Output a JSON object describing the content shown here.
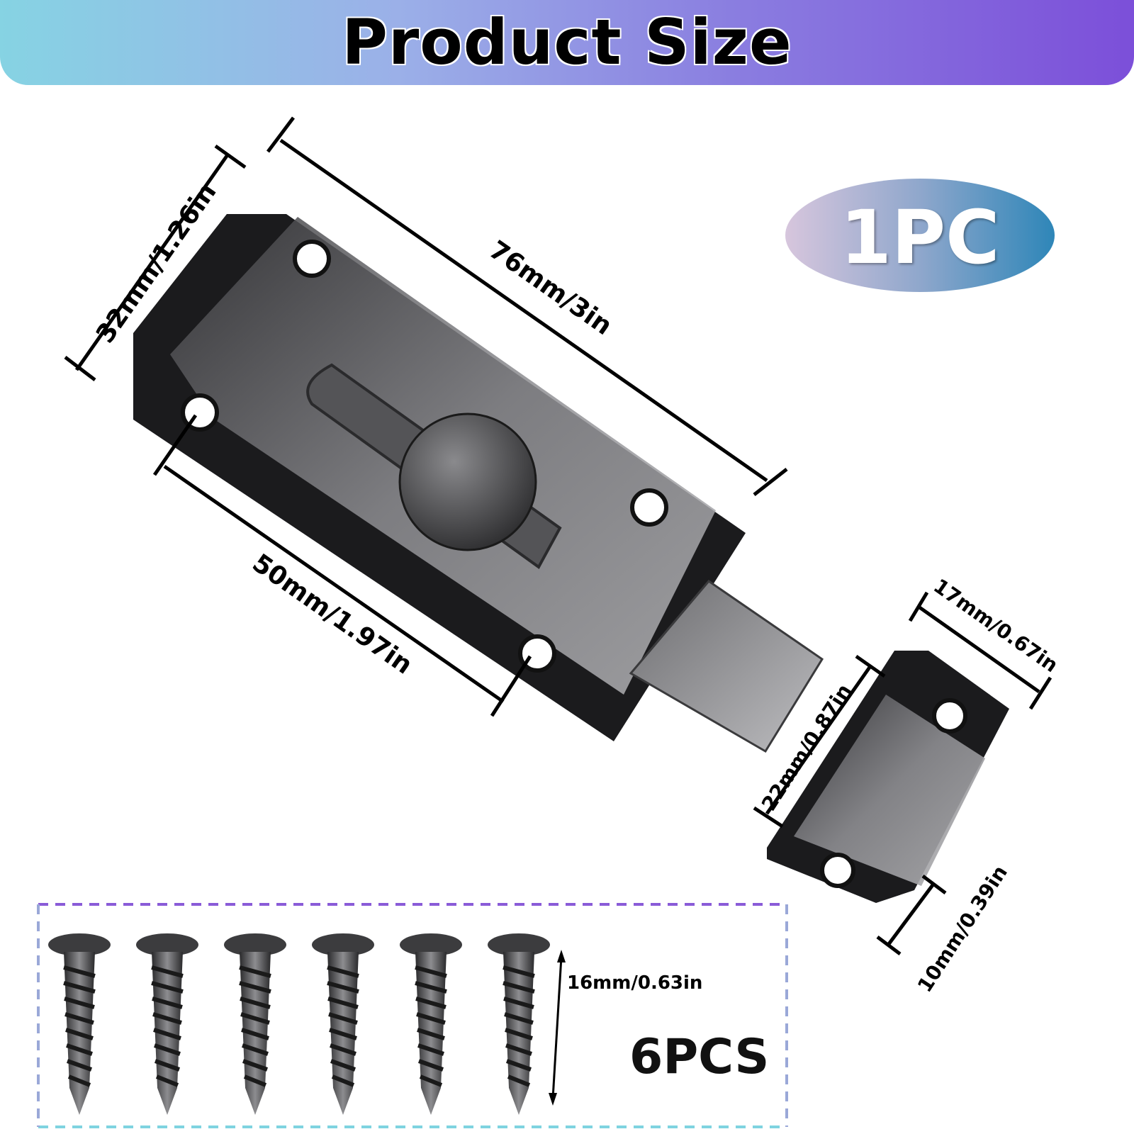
{
  "header": {
    "title": "Product Size"
  },
  "badge": {
    "label": "1PC"
  },
  "dimensions": {
    "height_latch": "32mm/1.26in",
    "length_latch": "76mm/3in",
    "hole_spacing": "50mm/1.97in",
    "keeper_width": "17mm/0.67in",
    "keeper_length": "22mm/0.87in",
    "keeper_depth": "10mm/0.39in",
    "screw_length": "16mm/0.63in"
  },
  "screws": {
    "count_label": "6PCS"
  },
  "colors": {
    "banner_start": "#86d3e3",
    "banner_end": "#7c4fd9",
    "metal_dark": "#1c1c1e",
    "metal_light": "#9a9a9c",
    "dashed_top": "#8a5bd8",
    "dashed_bottom": "#7fd3e0"
  }
}
